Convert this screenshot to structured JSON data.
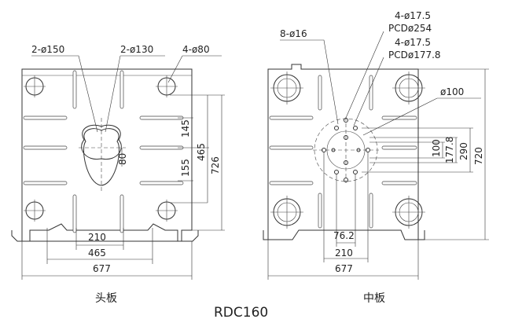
{
  "model": "RDC160",
  "front_plate": {
    "caption": "头板",
    "callouts": [
      "2-ø150",
      "2-ø130",
      "4-ø80"
    ],
    "dims": {
      "v_upper": "145",
      "v_lower": "155",
      "v_total": "465",
      "v_outer": "726",
      "v_small": "80",
      "h_inner": "210",
      "h_mid": "465",
      "h_outer": "677"
    }
  },
  "middle_plate": {
    "caption": "中板",
    "callouts": [
      "8-ø16",
      "4-ø17.5",
      "PCDø254",
      "4-ø17.5",
      "PCDø177.8",
      "ø100"
    ],
    "dims": {
      "v_100": "100",
      "v_1778": "177.8",
      "v_290": "290",
      "v_outer": "720",
      "h_762": "76.2",
      "h_210": "210",
      "h_outer": "677"
    }
  }
}
